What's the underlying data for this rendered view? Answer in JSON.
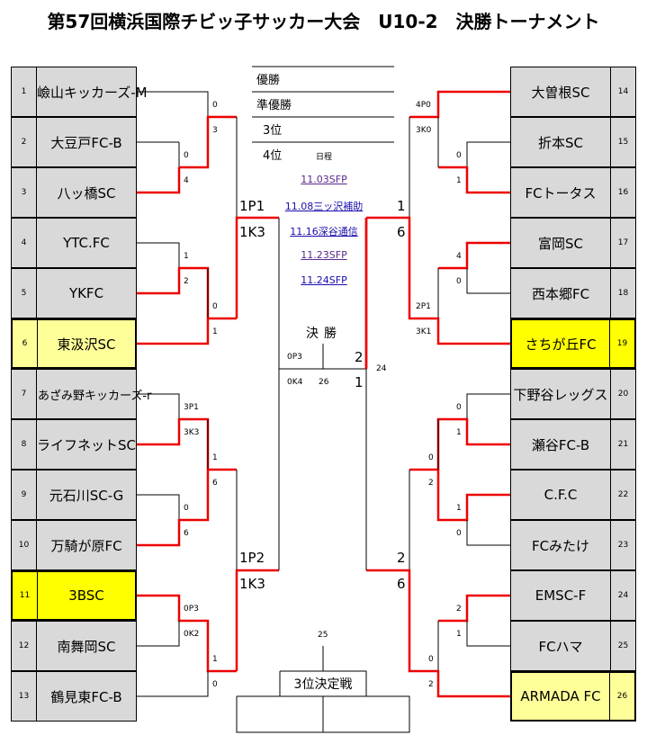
{
  "title": "第57回横浜国際チビッ子サッカー大会　U10-2　決勝トーナメント",
  "results_table": {
    "champion_label": "優勝",
    "runner_up_label": "準優勝",
    "third_label": "3位",
    "fourth_label": "4位"
  },
  "schedule": {
    "heading": "日程",
    "links": [
      {
        "label": "11.03SFP",
        "visited": true
      },
      {
        "label": "11.08三ッ沢補助",
        "visited": false
      },
      {
        "label": "11.16深谷通信",
        "visited": false
      },
      {
        "label": "11.23SFP",
        "visited": true
      },
      {
        "label": "11.24SFP",
        "visited": false
      }
    ]
  },
  "left_teams": [
    {
      "num": "1",
      "name": "嶮山キッカーズ-M",
      "highlight": "none"
    },
    {
      "num": "2",
      "name": "大豆戸FC-B",
      "highlight": "none"
    },
    {
      "num": "3",
      "name": "八ッ橋SC",
      "highlight": "none"
    },
    {
      "num": "4",
      "name": "YTC.FC",
      "highlight": "none"
    },
    {
      "num": "5",
      "name": "YKFC",
      "highlight": "none"
    },
    {
      "num": "6",
      "name": "東汲沢SC",
      "highlight": "light"
    },
    {
      "num": "7",
      "name": "あざみ野キッカーズ-r",
      "highlight": "none"
    },
    {
      "num": "8",
      "name": "ライフネットSC",
      "highlight": "none"
    },
    {
      "num": "9",
      "name": "元石川SC-G",
      "highlight": "none"
    },
    {
      "num": "10",
      "name": "万騎が原FC",
      "highlight": "none"
    },
    {
      "num": "11",
      "name": "3BSC",
      "highlight": "strong"
    },
    {
      "num": "12",
      "name": "南舞岡SC",
      "highlight": "none"
    },
    {
      "num": "13",
      "name": "鶴見東FC-B",
      "highlight": "none"
    }
  ],
  "right_teams": [
    {
      "num": "14",
      "name": "大曽根SC",
      "highlight": "none"
    },
    {
      "num": "15",
      "name": "折本SC",
      "highlight": "none"
    },
    {
      "num": "16",
      "name": "FCトータス",
      "highlight": "none"
    },
    {
      "num": "17",
      "name": "富岡SC",
      "highlight": "none"
    },
    {
      "num": "18",
      "name": "西本郷FC",
      "highlight": "none"
    },
    {
      "num": "19",
      "name": "さちが丘FC",
      "highlight": "strong"
    },
    {
      "num": "20",
      "name": "下野谷レッグス",
      "highlight": "none"
    },
    {
      "num": "21",
      "name": "瀬谷FC-B",
      "highlight": "none"
    },
    {
      "num": "22",
      "name": "C.F.C",
      "highlight": "none"
    },
    {
      "num": "23",
      "name": "FCみたけ",
      "highlight": "none"
    },
    {
      "num": "24",
      "name": "EMSC-F",
      "highlight": "none"
    },
    {
      "num": "25",
      "name": "FCハマ",
      "highlight": "none"
    },
    {
      "num": "26",
      "name": "ARMADA FC",
      "highlight": "light"
    }
  ],
  "scores": {
    "L_r1_2v3": [
      "0",
      "4"
    ],
    "L_r2_1v23": [
      "0",
      "3"
    ],
    "L_r1_4v5": [
      "1",
      "2"
    ],
    "L_r2_45v6": [
      "0",
      "1"
    ],
    "L_sf_top": [
      "1P1",
      "1K3"
    ],
    "L_r1_7v8": [
      "3P1",
      "3K3"
    ],
    "L_r2_78v910": [
      "1",
      "6"
    ],
    "L_r1_9v10": [
      "0",
      "6"
    ],
    "L_r1_11v12": [
      "0P3",
      "0K2"
    ],
    "L_r2_1112v13": [
      "1",
      "0"
    ],
    "L_sf_bottom": [
      "1P2",
      "1K3"
    ],
    "R_r2_14v1516": [
      "4P0",
      "3K0"
    ],
    "R_r1_15v16": [
      "0",
      "1"
    ],
    "R_sf_top": [
      "1",
      "6"
    ],
    "R_r1_17v18": [
      "4",
      "0"
    ],
    "R_r2_1718v19": [
      "2P1",
      "3K1"
    ],
    "R_r1_20v21": [
      "0",
      "1"
    ],
    "R_r2_2021v2223": [
      "0",
      "2"
    ],
    "R_r1_22v23": [
      "1",
      "0"
    ],
    "R_sf_bottom": [
      "2",
      "6"
    ],
    "R_r1_24v25": [
      "2",
      "1"
    ],
    "R_r2_2425v26": [
      "0",
      "2"
    ],
    "final_left": [
      "0P3",
      "0K4"
    ],
    "final_right": [
      "2",
      "1"
    ]
  },
  "match_numbers": {
    "semifinal_right": "24",
    "final": "26",
    "third_place": "25"
  },
  "final_label": "決勝",
  "third_place_label": "3位決定戦",
  "colors": {
    "winner_line": "#ee0000",
    "team_cell": "#d9d9d9",
    "highlight_strong": "#ffff00",
    "highlight_light": "#ffff99",
    "link": "#1a0dab",
    "link_visited": "#5a2a8c"
  }
}
